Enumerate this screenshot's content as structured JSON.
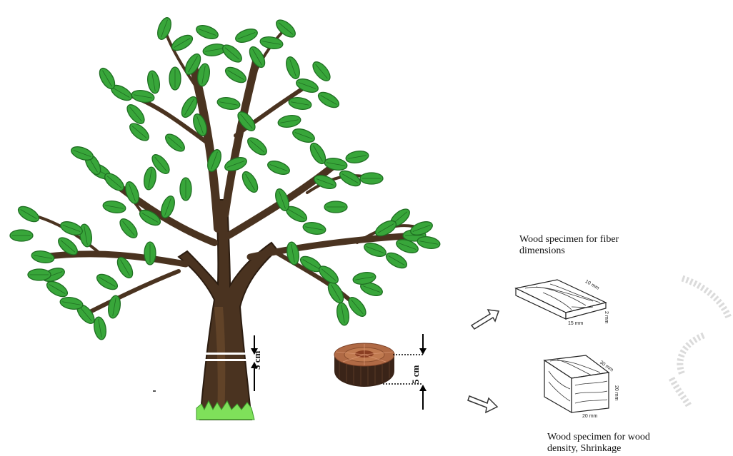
{
  "labels": {
    "disk_height_tree": "5 cm",
    "disk_height_side": "5 cm",
    "fiber_caption_line1": "Wood specimen for fiber",
    "fiber_caption_line2": "dimensions",
    "density_caption_line1": "Wood specimen for wood",
    "density_caption_line2": "density, Shrinkage",
    "fiber_dim_length": "15 mm",
    "fiber_dim_width": "10 mm",
    "fiber_dim_height": "2 mm",
    "density_dim_length": "20 mm",
    "density_dim_width": "30 mm",
    "density_dim_height": "20 mm"
  },
  "colors": {
    "trunk": "#4a3320",
    "trunk_highlight": "#6b4a2c",
    "leaf": "#38a63a",
    "leaf_dark": "#1f6e22",
    "disk_top": "#b06a45",
    "disk_side": "#3a2418",
    "grass": "#7fe05a"
  }
}
